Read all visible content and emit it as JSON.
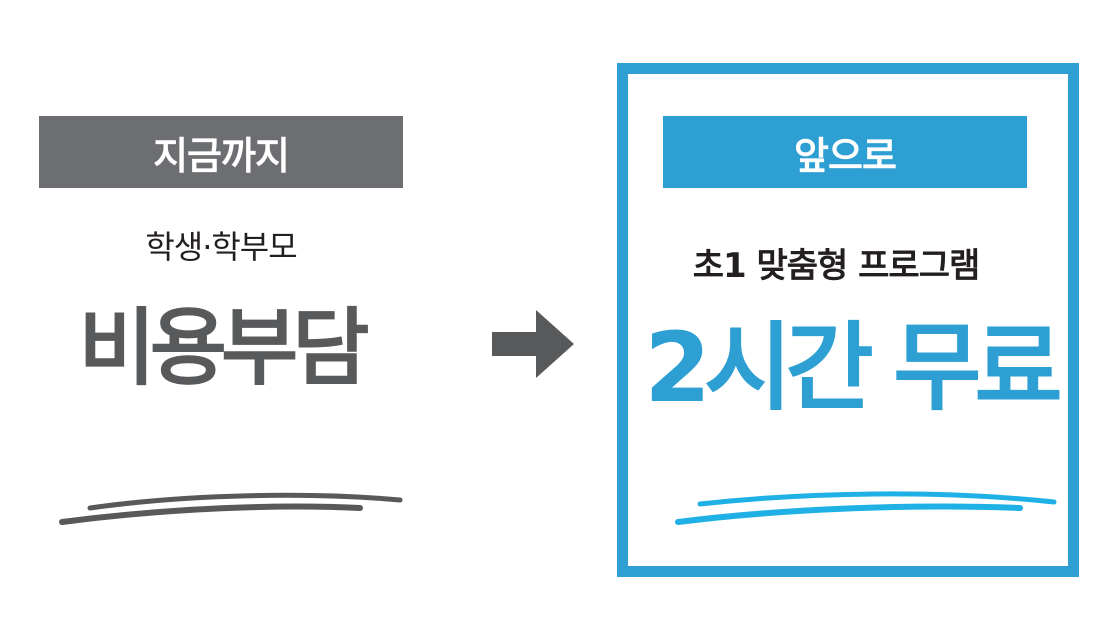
{
  "left": {
    "label": "지금까지",
    "subtitle": "학생·학부모",
    "main": "비용부담"
  },
  "arrow": {
    "icon": "right-arrow-icon"
  },
  "right": {
    "label": "앞으로",
    "subtitle": "초1 맞춤형 프로그램",
    "main": "2시간 무료"
  },
  "colors": {
    "gray_label": "#6d6e71",
    "gray_text": "#58595b",
    "blue": "#2e9fd3",
    "blue_stroke": "#1fb1e6",
    "dark_text": "#231f20"
  }
}
